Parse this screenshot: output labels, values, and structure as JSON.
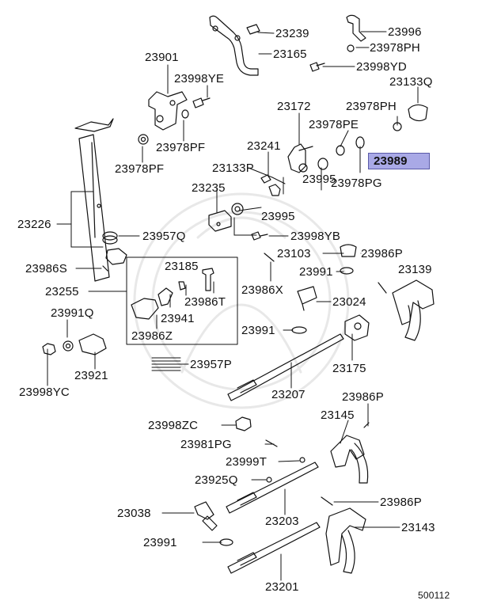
{
  "ref_code": "500112",
  "highlight_color": "#a9a9e6",
  "highlighted_part": "23989",
  "parts": {
    "p23239": "23239",
    "p23996": "23996",
    "p23978PH_top": "23978PH",
    "p23165": "23165",
    "p23901": "23901",
    "p23998YD": "23998YD",
    "p23998YE": "23998YE",
    "p23133Q": "23133Q",
    "p23172": "23172",
    "p23978PH": "23978PH",
    "p23978PE": "23978PE",
    "p23241": "23241",
    "p23978PF_a": "23978PF",
    "p23978PF_b": "23978PF",
    "p23989": "23989",
    "p23133P": "23133P",
    "p23995_a": "23995",
    "p23978PG": "23978PG",
    "p23235": "23235",
    "p23995_b": "23995",
    "p23226": "23226",
    "p23957Q": "23957Q",
    "p23998YB": "23998YB",
    "p23986S": "23986S",
    "p23103": "23103",
    "p23986P_a": "23986P",
    "p23185": "23185",
    "p23139": "23139",
    "p23991_a": "23991",
    "p23255": "23255",
    "p23986X": "23986X",
    "p23986T": "23986T",
    "p23024": "23024",
    "p23991Q": "23991Q",
    "p23941": "23941",
    "p23986Z": "23986Z",
    "p23991_b": "23991",
    "p23921": "23921",
    "p23957P": "23957P",
    "p23175": "23175",
    "p23998YC": "23998YC",
    "p23207": "23207",
    "p23986P_b": "23986P",
    "p23145": "23145",
    "p23998ZC": "23998ZC",
    "p23981PG": "23981PG",
    "p23999T": "23999T",
    "p23925Q": "23925Q",
    "p23038": "23038",
    "p23986P_c": "23986P",
    "p23203": "23203",
    "p23143": "23143",
    "p23991_c": "23991",
    "p23201": "23201"
  }
}
